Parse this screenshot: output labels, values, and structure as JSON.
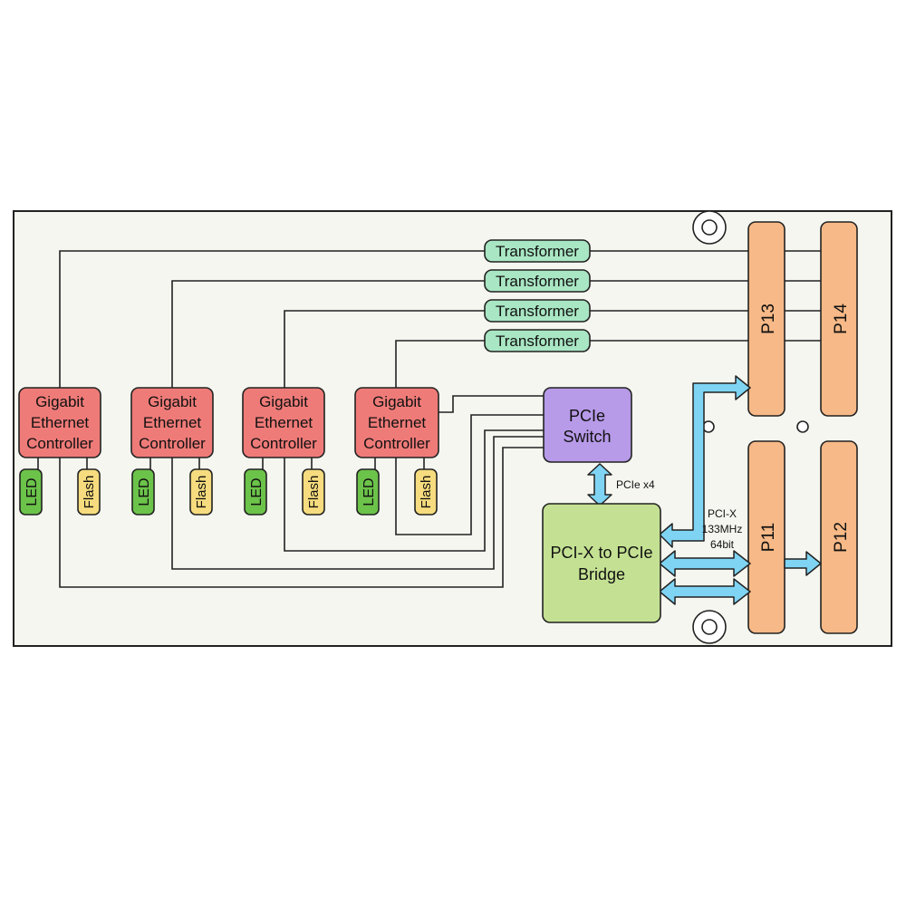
{
  "colors": {
    "background": "#ffffff",
    "board_fill": "#f4f6ef",
    "controller": "#ef7b78",
    "transformer": "#a9e6c3",
    "led": "#6cc34a",
    "flash": "#f6dc7e",
    "switch": "#b79ae8",
    "bridge": "#c4e193",
    "connector": "#f7b987",
    "bus_arrow": "#7fd4f3",
    "line": "#222222"
  },
  "controllers": [
    {
      "line1": "Gigabit",
      "line2": "Ethernet",
      "line3": "Controller"
    },
    {
      "line1": "Gigabit",
      "line2": "Ethernet",
      "line3": "Controller"
    },
    {
      "line1": "Gigabit",
      "line2": "Ethernet",
      "line3": "Controller"
    },
    {
      "line1": "Gigabit",
      "line2": "Ethernet",
      "line3": "Controller"
    }
  ],
  "transformers": [
    "Transformer",
    "Transformer",
    "Transformer",
    "Transformer"
  ],
  "leds": [
    "LED",
    "LED",
    "LED",
    "LED"
  ],
  "flashes": [
    "Flash",
    "Flash",
    "Flash",
    "Flash"
  ],
  "pcie_switch": {
    "line1": "PCIe",
    "line2": "Switch"
  },
  "bridge": {
    "line1": "PCI-X to PCIe",
    "line2": "Bridge"
  },
  "pcie_link_label": "PCIe x4",
  "pcix_label": {
    "line1": "PCI-X",
    "line2": "133MHz",
    "line3": "64bit"
  },
  "connectors": {
    "p13": "P13",
    "p14": "P14",
    "p11": "P11",
    "p12": "P12"
  },
  "mounting_holes": [
    "mounting-hole-large",
    "mounting-hole-small",
    "mounting-hole-small",
    "mounting-hole-large"
  ]
}
